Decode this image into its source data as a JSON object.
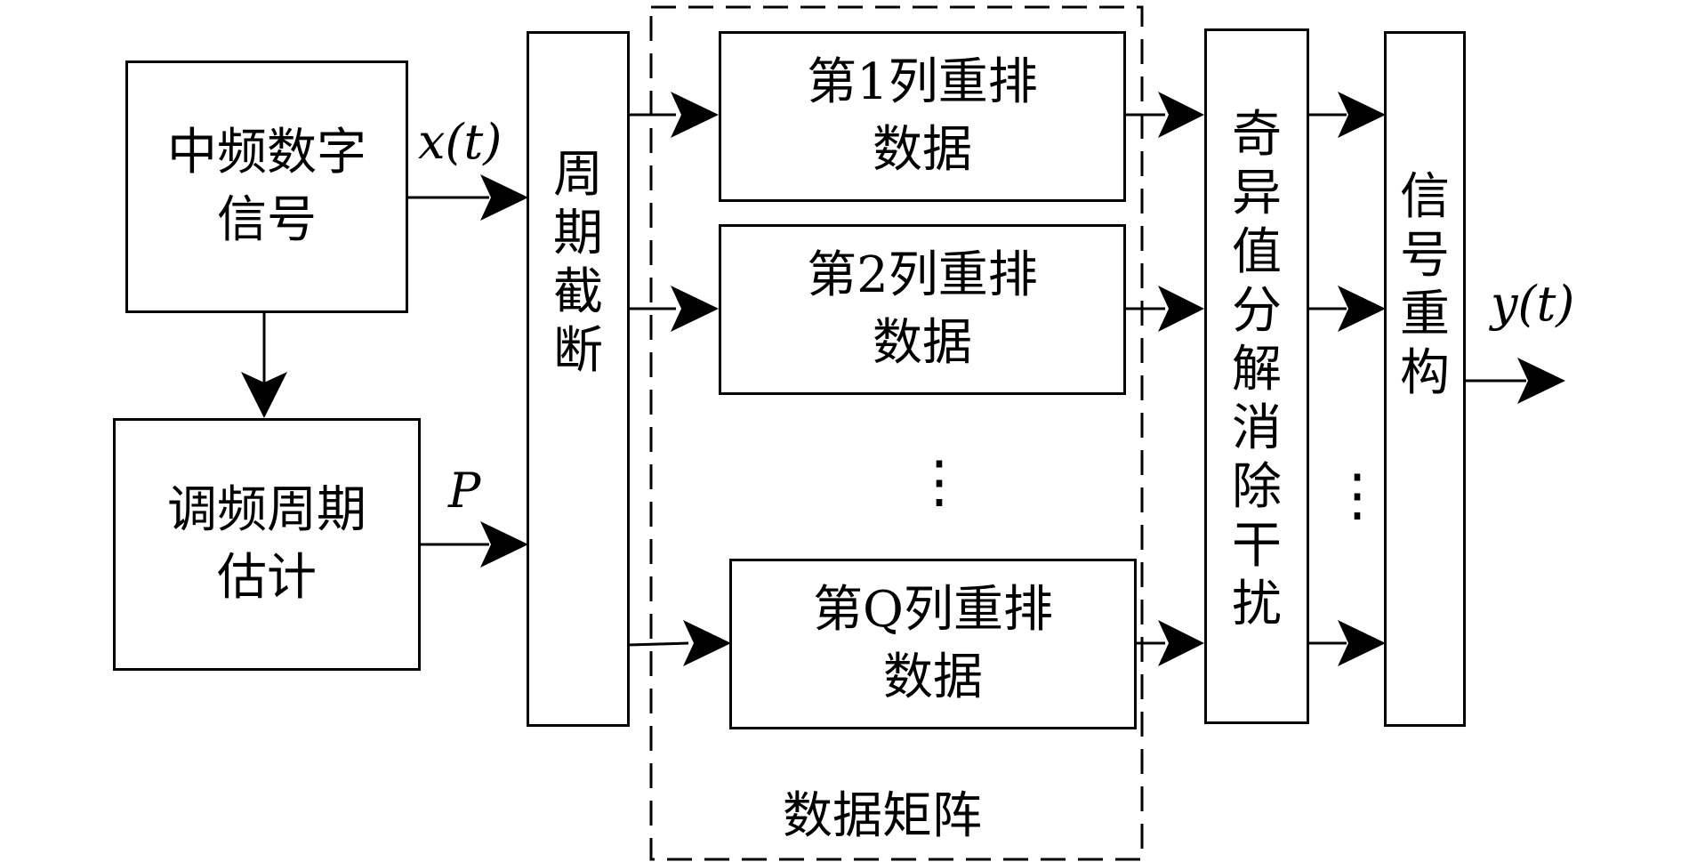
{
  "diagram": {
    "blocks": {
      "if_signal": {
        "lines": [
          "中频数字",
          "信号"
        ]
      },
      "period_estimate": {
        "lines": [
          "调频周期",
          "估计"
        ]
      },
      "period_truncate": {
        "chars": [
          "周",
          "期",
          "截",
          "断"
        ]
      },
      "row1": {
        "lines": [
          "第1列重排",
          "数据"
        ]
      },
      "row2": {
        "lines": [
          "第2列重排",
          "数据"
        ]
      },
      "rowQ": {
        "lines": [
          "第Q列重排",
          "数据"
        ]
      },
      "svd_cancel": {
        "chars": [
          "奇",
          "异",
          "值",
          "分",
          "解",
          "消",
          "除",
          "干",
          "扰"
        ]
      },
      "reconstruct": {
        "chars": [
          "信",
          "号",
          "重",
          "构"
        ]
      }
    },
    "signal_labels": {
      "input": "x(t)",
      "period": "P",
      "output": "y(t)"
    },
    "group_label": "数据矩阵",
    "ellipsis": "⋮"
  }
}
